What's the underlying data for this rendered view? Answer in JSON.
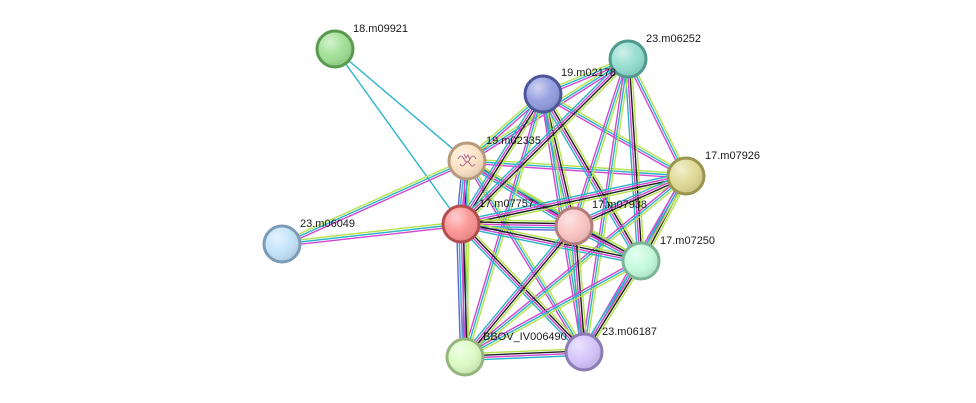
{
  "network": {
    "nodes": [
      {
        "id": "n18m09921",
        "label": "18.m09921",
        "color": "#9fdf93",
        "stroke": "#5a9a4e"
      },
      {
        "id": "n23m06252",
        "label": "23.m06252",
        "color": "#93ddd0",
        "stroke": "#4f9a8c"
      },
      {
        "id": "n19m02178",
        "label": "19.m02178",
        "color": "#939ddf",
        "stroke": "#4b559a"
      },
      {
        "id": "n19m02335",
        "label": "19.m02335",
        "color": "#fbe2c3",
        "stroke": "#b59b7c",
        "has_structure": true
      },
      {
        "id": "n17m07926",
        "label": "17.m07926",
        "color": "#dfd993",
        "stroke": "#9a944e"
      },
      {
        "id": "n23m06049",
        "label": "23.m06049",
        "color": "#c3e3fb",
        "stroke": "#7c9cb5"
      },
      {
        "id": "n17m07757",
        "label": "17.m07757",
        "color": "#fb9393",
        "stroke": "#b54d4d"
      },
      {
        "id": "n17m07938",
        "label": "17.m07938",
        "color": "#fbc3c3",
        "stroke": "#b57c7c"
      },
      {
        "id": "n17m07250",
        "label": "17.m07250",
        "color": "#c3fbdb",
        "stroke": "#7cb594"
      },
      {
        "id": "nBBOV",
        "label": "BBOV_IV006490",
        "color": "#dbfbc3",
        "stroke": "#94b57c"
      },
      {
        "id": "n23m06187",
        "label": "23.m06187",
        "color": "#d3c3fb",
        "stroke": "#8c7cb5"
      }
    ],
    "edge_channels": [
      {
        "name": "textmining",
        "color": "#b5e34a"
      },
      {
        "name": "coexpression",
        "color": "#1f1f1f"
      },
      {
        "name": "experiments",
        "color": "#d445d4"
      },
      {
        "name": "databases",
        "color": "#28b4c8"
      },
      {
        "name": "homology",
        "color": "#6262d8"
      }
    ],
    "edges": [
      {
        "source": "n18m09921",
        "target": "n19m02335",
        "channels": [
          "databases"
        ]
      },
      {
        "source": "n18m09921",
        "target": "n17m07757",
        "channels": [
          "databases"
        ]
      },
      {
        "source": "n23m06049",
        "target": "n19m02335",
        "channels": [
          "textmining",
          "databases",
          "experiments"
        ]
      },
      {
        "source": "n23m06049",
        "target": "n17m07757",
        "channels": [
          "textmining",
          "databases",
          "experiments"
        ]
      },
      {
        "source": "n19m02335",
        "target": "n17m07757",
        "channels": [
          "textmining",
          "coexpression",
          "experiments",
          "databases",
          "homology"
        ]
      },
      {
        "source": "n19m02335",
        "target": "n17m07938",
        "channels": [
          "textmining",
          "coexpression",
          "experiments",
          "databases"
        ]
      },
      {
        "source": "n19m02335",
        "target": "n17m07926",
        "channels": [
          "textmining",
          "databases",
          "experiments"
        ]
      },
      {
        "source": "n19m02335",
        "target": "n17m07250",
        "channels": [
          "textmining",
          "databases",
          "experiments"
        ]
      },
      {
        "source": "n19m02335",
        "target": "n19m02178",
        "channels": [
          "textmining",
          "databases",
          "experiments"
        ]
      },
      {
        "source": "n19m02335",
        "target": "n23m06252",
        "channels": [
          "textmining",
          "databases",
          "experiments"
        ]
      },
      {
        "source": "n19m02335",
        "target": "nBBOV",
        "channels": [
          "textmining",
          "databases",
          "experiments"
        ]
      },
      {
        "source": "n19m02335",
        "target": "n23m06187",
        "channels": [
          "textmining",
          "databases",
          "experiments"
        ]
      },
      {
        "source": "n19m02178",
        "target": "n17m07757",
        "channels": [
          "textmining",
          "coexpression",
          "experiments",
          "databases"
        ]
      },
      {
        "source": "n19m02178",
        "target": "n17m07938",
        "channels": [
          "textmining",
          "coexpression",
          "experiments",
          "databases"
        ]
      },
      {
        "source": "n19m02178",
        "target": "n17m07250",
        "channels": [
          "textmining",
          "coexpression",
          "experiments",
          "databases"
        ]
      },
      {
        "source": "n19m02178",
        "target": "n17m07926",
        "channels": [
          "textmining",
          "databases",
          "experiments"
        ]
      },
      {
        "source": "n19m02178",
        "target": "n23m06187",
        "channels": [
          "textmining",
          "databases",
          "experiments"
        ]
      },
      {
        "source": "n19m02178",
        "target": "nBBOV",
        "channels": [
          "textmining",
          "databases",
          "experiments"
        ]
      },
      {
        "source": "n19m02178",
        "target": "n23m06252",
        "channels": [
          "textmining",
          "databases",
          "experiments"
        ]
      },
      {
        "source": "n23m06252",
        "target": "n17m07757",
        "channels": [
          "textmining",
          "coexpression",
          "experiments",
          "databases"
        ]
      },
      {
        "source": "n23m06252",
        "target": "n17m07938",
        "channels": [
          "textmining",
          "databases",
          "experiments"
        ]
      },
      {
        "source": "n23m06252",
        "target": "n17m07250",
        "channels": [
          "textmining",
          "coexpression",
          "experiments",
          "databases"
        ]
      },
      {
        "source": "n23m06252",
        "target": "n17m07926",
        "channels": [
          "textmining",
          "databases",
          "experiments"
        ]
      },
      {
        "source": "n23m06252",
        "target": "n23m06187",
        "channels": [
          "textmining",
          "databases",
          "experiments"
        ]
      },
      {
        "source": "n17m07926",
        "target": "n17m07757",
        "channels": [
          "textmining",
          "coexpression",
          "experiments",
          "databases"
        ]
      },
      {
        "source": "n17m07926",
        "target": "n17m07938",
        "channels": [
          "textmining",
          "coexpression",
          "experiments",
          "databases"
        ]
      },
      {
        "source": "n17m07926",
        "target": "n17m07250",
        "channels": [
          "textmining",
          "coexpression",
          "experiments",
          "databases"
        ]
      },
      {
        "source": "n17m07926",
        "target": "n23m06187",
        "channels": [
          "textmining",
          "databases",
          "experiments"
        ]
      },
      {
        "source": "n17m07926",
        "target": "nBBOV",
        "channels": [
          "textmining",
          "databases",
          "experiments"
        ]
      },
      {
        "source": "n17m07757",
        "target": "n17m07938",
        "channels": [
          "textmining",
          "coexpression",
          "experiments",
          "databases",
          "homology"
        ]
      },
      {
        "source": "n17m07757",
        "target": "n17m07250",
        "channels": [
          "textmining",
          "coexpression",
          "experiments",
          "databases"
        ]
      },
      {
        "source": "n17m07757",
        "target": "nBBOV",
        "channels": [
          "textmining",
          "coexpression",
          "experiments",
          "databases",
          "homology"
        ]
      },
      {
        "source": "n17m07757",
        "target": "n23m06187",
        "channels": [
          "textmining",
          "coexpression",
          "experiments",
          "databases"
        ]
      },
      {
        "source": "n17m07938",
        "target": "n17m07250",
        "channels": [
          "textmining",
          "coexpression",
          "experiments",
          "databases"
        ]
      },
      {
        "source": "n17m07938",
        "target": "nBBOV",
        "channels": [
          "textmining",
          "coexpression",
          "experiments",
          "databases"
        ]
      },
      {
        "source": "n17m07938",
        "target": "n23m06187",
        "channels": [
          "textmining",
          "coexpression",
          "experiments",
          "databases"
        ]
      },
      {
        "source": "n17m07250",
        "target": "nBBOV",
        "channels": [
          "textmining",
          "databases",
          "experiments"
        ]
      },
      {
        "source": "n17m07250",
        "target": "n23m06187",
        "channels": [
          "textmining",
          "coexpression",
          "experiments",
          "databases"
        ]
      },
      {
        "source": "nBBOV",
        "target": "n23m06187",
        "channels": [
          "textmining",
          "coexpression",
          "experiments",
          "databases"
        ]
      }
    ]
  }
}
